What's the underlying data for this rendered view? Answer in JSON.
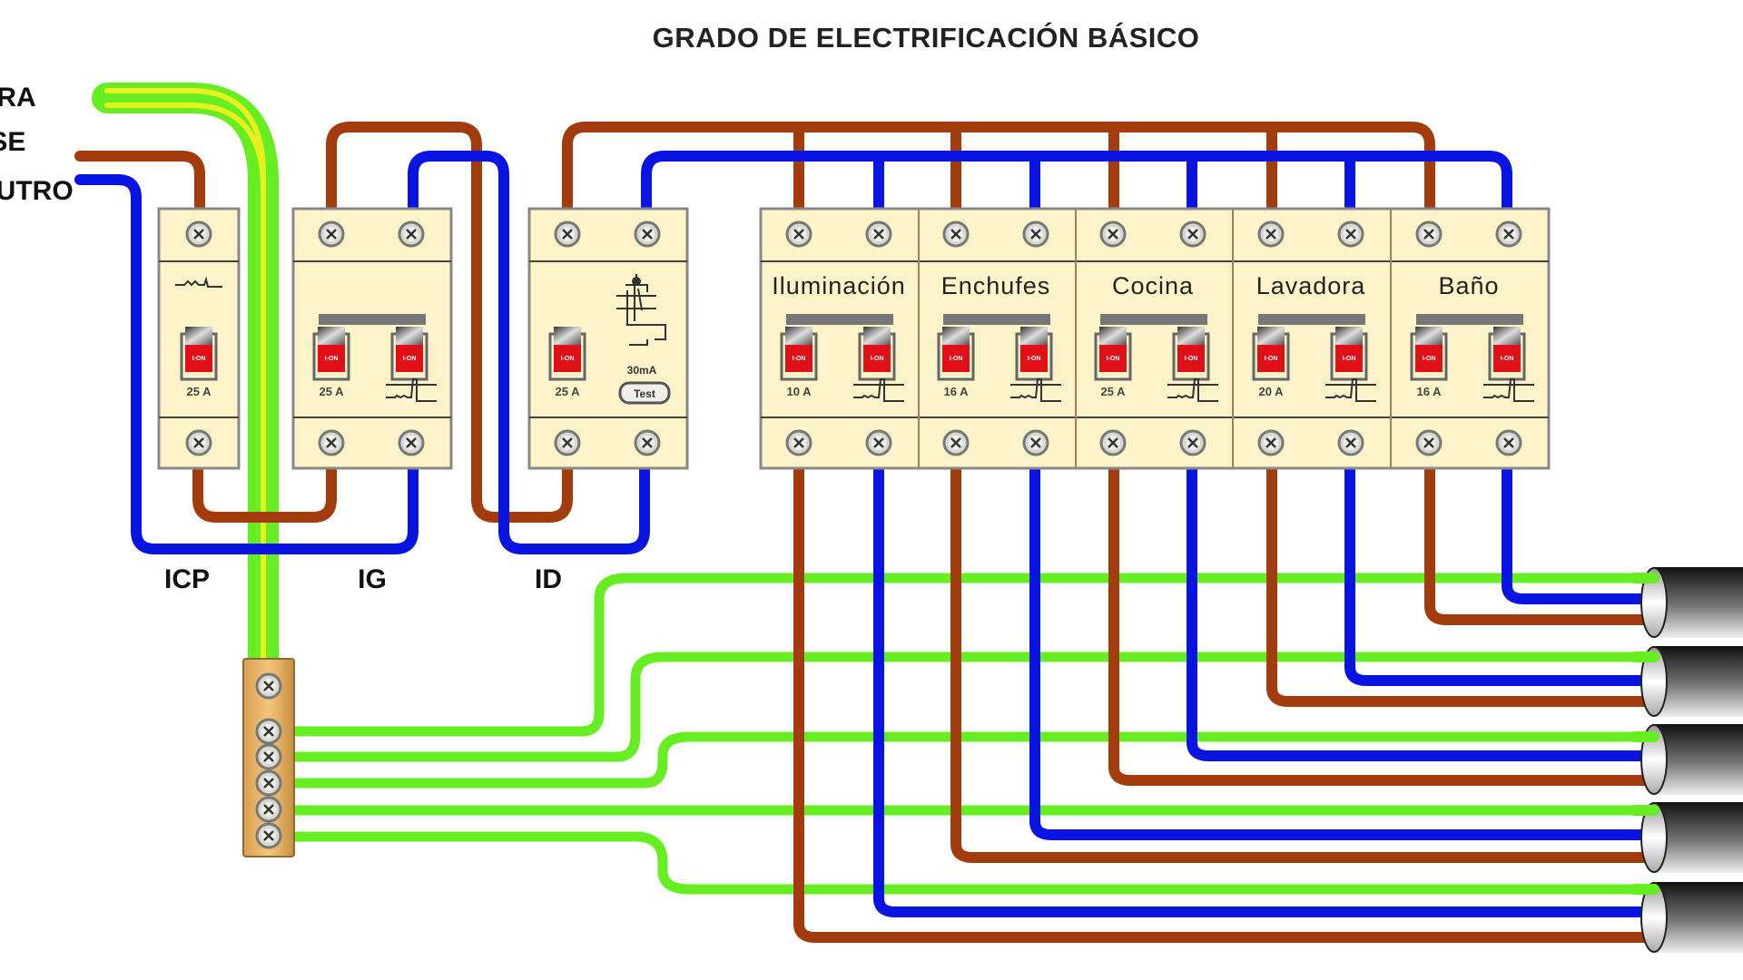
{
  "title": "GRADO DE ELECTRIFICACIÓN BÁSICO",
  "colors": {
    "phase": "#a23c0c",
    "neutral": "#0a14e0",
    "earth": "#66ee22",
    "earth_stripe": "#e8f020",
    "module_fill": "#fcf3c9",
    "module_border": "#888888",
    "switch_red": "#e01018",
    "ground_bar": "#e8b060",
    "cable_sheath": "#222222"
  },
  "feed_labels": {
    "earth": "TIERRA",
    "phase": "FASE",
    "neutral": "NEUTRO"
  },
  "devices": {
    "icp": {
      "label": "ICP",
      "rating": "25 A"
    },
    "ig": {
      "label": "IG",
      "rating": "25 A"
    },
    "id": {
      "label": "ID",
      "rating": "25 A",
      "sensitivity": "30mA",
      "test_label": "Test"
    }
  },
  "circuits": [
    {
      "name": "Iluminación",
      "rating": "10 A"
    },
    {
      "name": "Enchufes",
      "rating": "16 A"
    },
    {
      "name": "Cocina",
      "rating": "25 A"
    },
    {
      "name": "Lavadora",
      "rating": "20 A"
    },
    {
      "name": "Baño",
      "rating": "16 A"
    }
  ],
  "switch_marking": "I-ON",
  "ground_bar": {
    "terminals": 6
  },
  "output_cables": {
    "count": 5
  }
}
